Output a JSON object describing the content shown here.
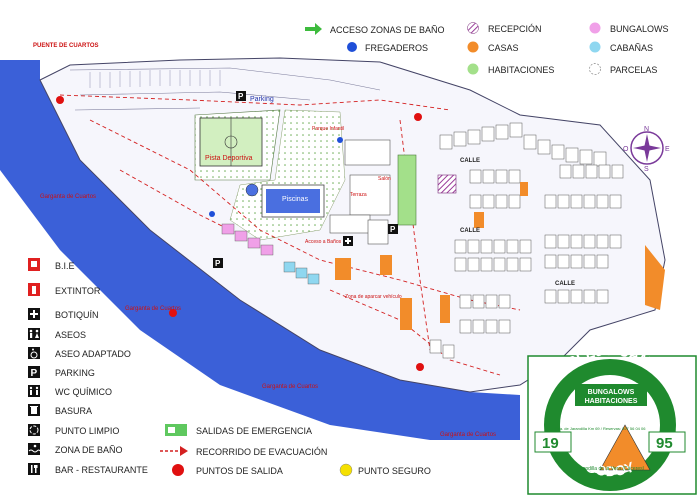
{
  "top_legend": {
    "acceso": "ACCESO ZONAS DE BAÑO",
    "fregaderos": "FREGADEROS",
    "recepcion": "RECEPCIÓN",
    "casas": "CASAS",
    "habitaciones": "HABITACIONES",
    "bungalows": "BUNGALOWS",
    "cabanas": "CABAÑAS",
    "parcelas": "PARCELAS"
  },
  "left_legend": {
    "bie": "B.I.E",
    "extintor": "EXTINTOR",
    "botiquin": "BOTIQUÍN",
    "aseos": "ASEOS",
    "aseo_adaptado": "ASEO ADAPTADO",
    "parking": "PARKING",
    "wc_quimico": "WC QUÍMICO",
    "basura": "BASURA",
    "punto_limpio": "PUNTO LIMPIO",
    "zona_bano": "ZONA DE BAÑO",
    "bar": "BAR - RESTAURANTE"
  },
  "bottom_legend": {
    "salidas": "SALIDAS DE EMERGENCIA",
    "recorrido": "RECORRIDO DE EVACUACIÓN",
    "puntos_salida": "PUNTOS DE SALIDA",
    "punto_seguro": "PUNTO SEGURO"
  },
  "map_labels": {
    "puente": "PUENTE DE CUARTOS",
    "parking": "Parking",
    "pista": "Pista Deportiva",
    "piscinas": "Piscinas",
    "parque": "Parque Infantil",
    "garganta": "Garganta de Cuartos",
    "calle": "CALLE",
    "acceso_banos": "Acceso a Baños",
    "terraza": "Terraza",
    "salon": "Salón",
    "zona_aparcar": "Zona de aparcar vehículo"
  },
  "logo": {
    "ring_top": "COMPLEJO CAMPING",
    "ring_bottom": "GODOY",
    "band_a": "BUNGALOWS",
    "band_b": "HABITACIONES",
    "year_a": "19",
    "year_b": "95",
    "place": "Jarandilla de la Vera (Cáceres)",
    "info": "Ctra. de Jarandilla Km 69 / Reservas: 927 56 04 06"
  },
  "compass": {
    "n": "N",
    "s": "S",
    "e": "E",
    "o": "O"
  },
  "colors": {
    "river": "#3b60d8",
    "road": "#d8d8f0",
    "grass": "#d8ecc2",
    "pool": "#4a6fe0",
    "casa": "#f28c2a",
    "habitacion": "#a3e08a",
    "bungalow": "#f0a0e8",
    "cabana": "#8fd7f0",
    "fregadero": "#1f4fd8",
    "punto_salida": "#e01010",
    "punto_seguro": "#f5e000",
    "logo_green": "#1f8a2e"
  }
}
